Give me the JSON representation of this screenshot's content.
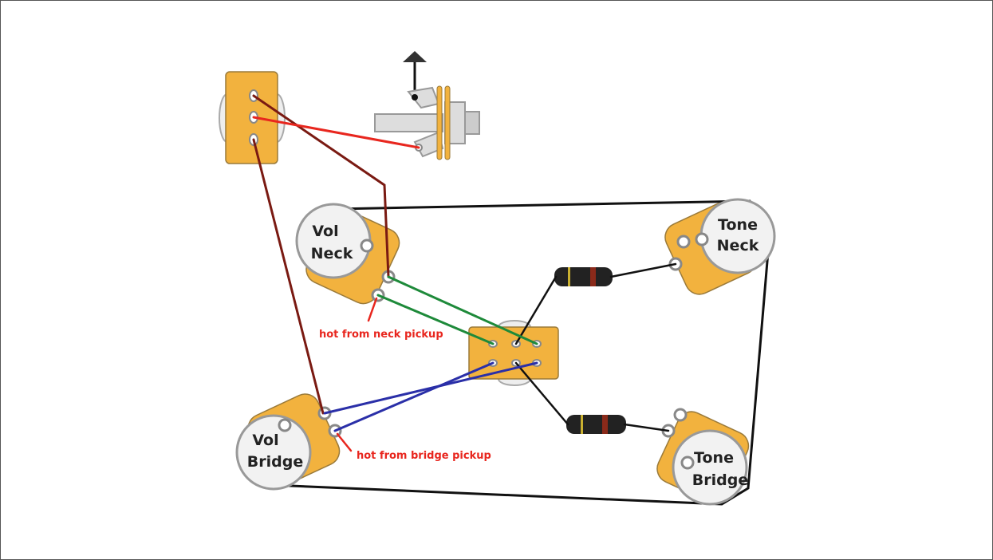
{
  "pots": [
    {
      "id": "vol-neck",
      "line1": "Vol",
      "line2": "Neck"
    },
    {
      "id": "tone-neck",
      "line1": "Tone",
      "line2": "Neck"
    },
    {
      "id": "vol-bridge",
      "line1": "Vol",
      "line2": "Bridge"
    },
    {
      "id": "tone-bridge",
      "line1": "Tone",
      "line2": "Bridge"
    }
  ],
  "notes": {
    "neck": "hot from neck pickup",
    "bridge": "hot from bridge pickup"
  },
  "colors": {
    "component_body": "#f2b23e",
    "wire_dark_red": "#7a1a12",
    "wire_red": "#e8261e",
    "wire_green": "#1e8a3a",
    "wire_blue": "#2a2fa8",
    "wire_black": "#111111"
  }
}
